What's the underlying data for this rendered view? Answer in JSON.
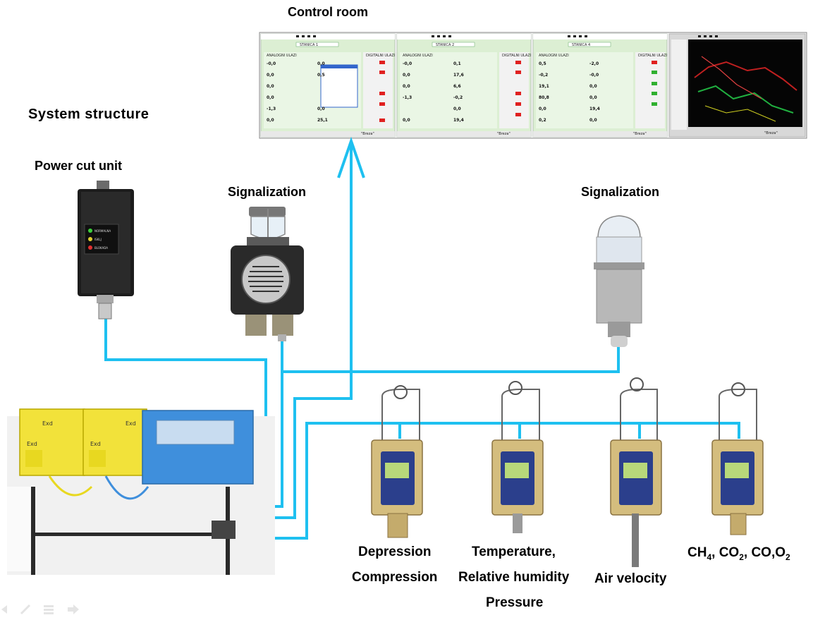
{
  "title": "System structure",
  "control_room": {
    "label": "Control room",
    "panels": [
      {
        "station": "STANICA 1",
        "left_header": "ANALOGNI ULAZI",
        "right_header": "DIGITALNI ULAZI"
      },
      {
        "station": "STANICA 2",
        "left_header": "ANALOGNI ULAZI",
        "right_header": "DIGITALNI ULAZI"
      },
      {
        "station": "STANICA 4",
        "left_header": "ANALOGNI ULAZI",
        "right_header": "DIGITALNI ULAZI"
      }
    ],
    "footer_brand": "\"Breza\"",
    "readings_col1": [
      "-0,0",
      "0,0",
      "0,0",
      "0,0",
      "-1,3",
      "0,0"
    ],
    "readings_col2": [
      "0,0",
      "0,5",
      "",
      "",
      "0,0",
      "25,1"
    ],
    "readings_col3": [
      "-0,0",
      "0,0",
      "0,0",
      "-1,3",
      "0,0"
    ],
    "readings_col4": [
      "0,1",
      "17,6",
      "6,6",
      "-0,2",
      "0,0",
      "19,4"
    ],
    "readings_col5": [
      "0,5",
      "-0,2",
      "19,1",
      "80,8",
      "0,0",
      "0,2"
    ],
    "readings_col6": [
      "-2,0",
      "-0,0",
      "0,0",
      "0,0",
      "19,4",
      "0,0"
    ]
  },
  "devices": {
    "power_cut_unit": {
      "label": "Power cut unit",
      "lamps": [
        "NORMALNA",
        "ISKLJ",
        "BLOKADA"
      ]
    },
    "signalization_1": {
      "label": "Signalization"
    },
    "signalization_2": {
      "label": "Signalization"
    },
    "central_unit": {
      "ex_labels": [
        "Exd",
        "Exd",
        "Exd",
        "Exd"
      ]
    }
  },
  "sensors": [
    {
      "line1": "Depression",
      "line2": "Compression"
    },
    {
      "line1": "Temperature,",
      "line2": "Relative humidity",
      "line3": "Pressure"
    },
    {
      "line1": "Air velocity"
    },
    {
      "gas_ch": "CH",
      "gas_ch_sub": "4",
      "gas_co2": ", CO",
      "gas_co2_sub": "2",
      "gas_rest": ", CO,O",
      "gas_o2_sub": "2"
    }
  ],
  "colors": {
    "cable": "#1ec0f0",
    "cabinet_yellow": "#f2e23a",
    "cabinet_blue": "#3f8fdc",
    "screen_green": "#dcefd3",
    "sensor_lcd": "#b8d87a"
  }
}
